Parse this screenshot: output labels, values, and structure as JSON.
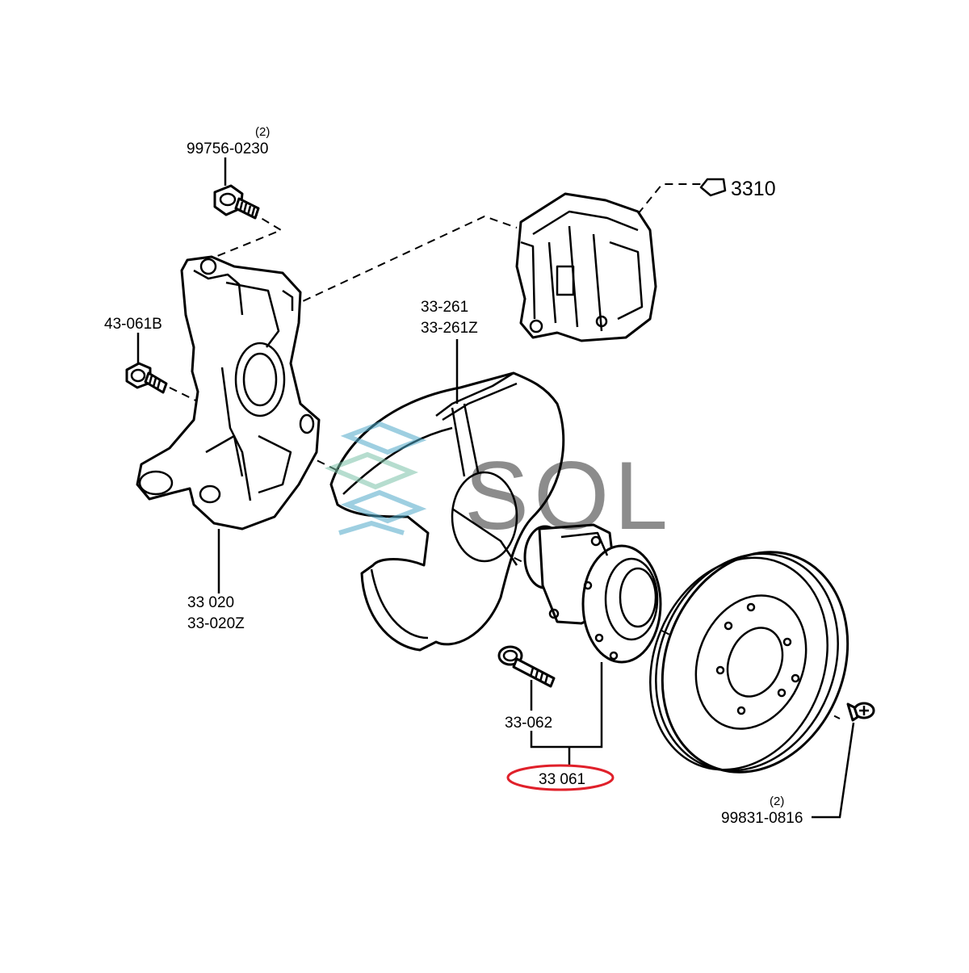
{
  "watermark": {
    "text": "SOL",
    "color": "#4fa9c9"
  },
  "labels": {
    "bolt_top": "99756-0230",
    "bolt_top_qty": "(2)",
    "caliper": "3310",
    "knuckle_bolt": "43-061B",
    "dust_shield": "33-261",
    "dust_shield_alt": "33-261Z",
    "knuckle": "33 020",
    "knuckle_alt": "33-020Z",
    "hub_bolt": "33-062",
    "hub_assembly": "33 061",
    "rotor_screw": "99831-0816",
    "rotor_screw_qty": "(2)"
  },
  "colors": {
    "highlight": "#e0202a",
    "ink": "#000000"
  }
}
